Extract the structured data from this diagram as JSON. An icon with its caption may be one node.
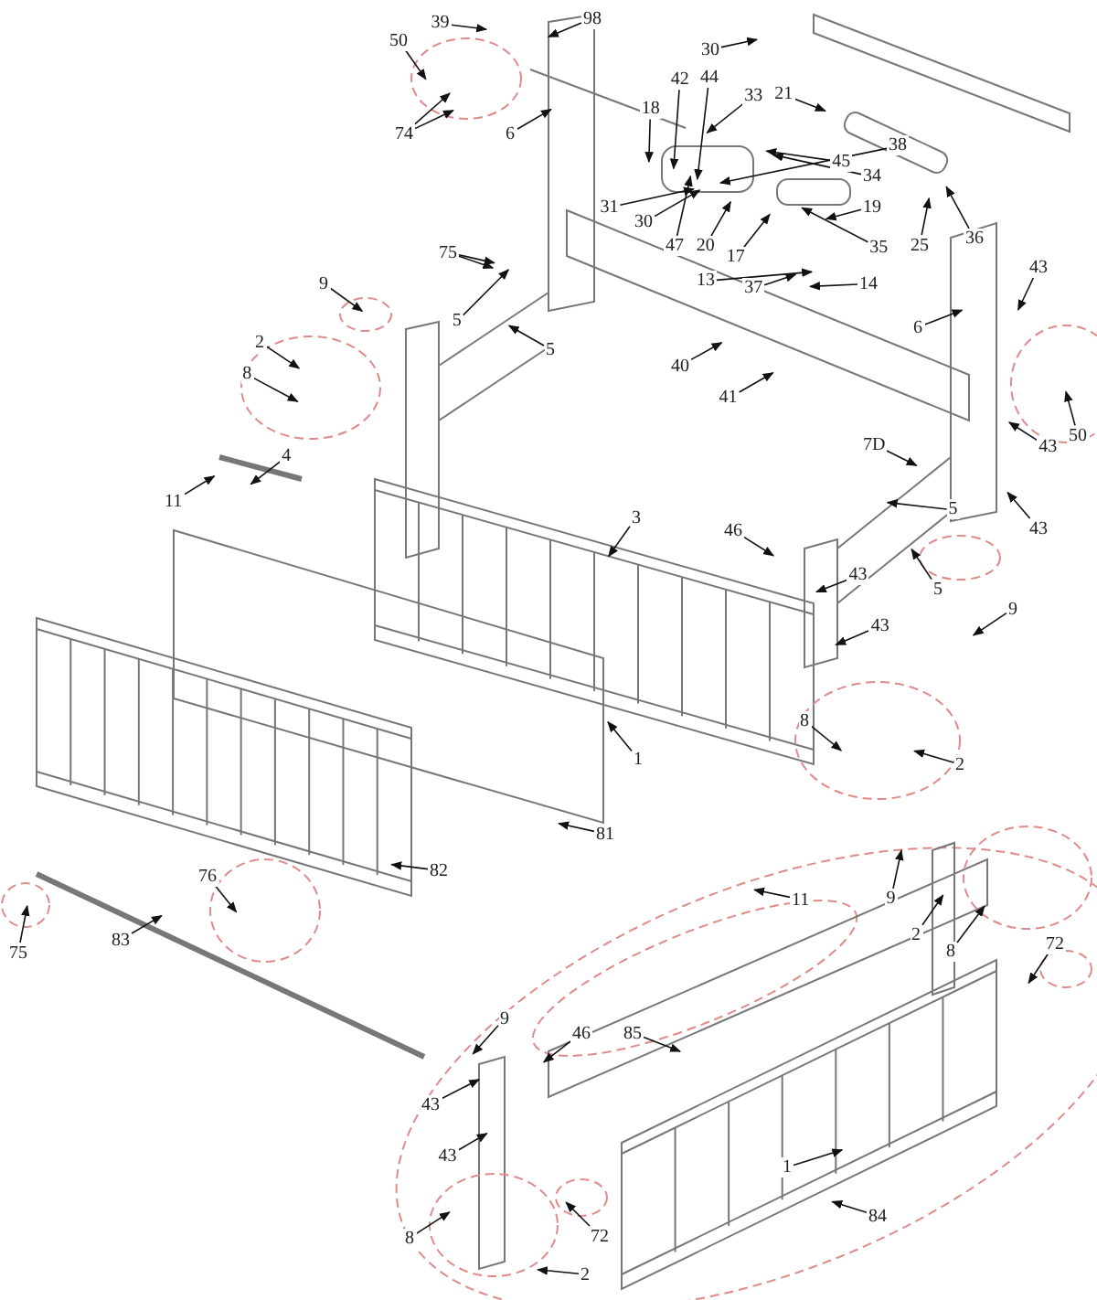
{
  "diagram": {
    "nodes": [
      {
        "text": [
          "39"
        ]
      },
      {
        "text": [
          "98"
        ]
      },
      {
        "text": [
          "50"
        ]
      },
      {
        "text": [
          "74"
        ]
      },
      {
        "text": [
          "6"
        ]
      },
      {
        "text": [
          "30"
        ]
      },
      {
        "text": [
          "21"
        ]
      },
      {
        "text": [
          "33"
        ]
      },
      {
        "text": [
          "18"
        ]
      },
      {
        "text": [
          "45"
        ]
      },
      {
        "text": [
          "42"
        ]
      },
      {
        "text": [
          "44"
        ]
      },
      {
        "text": [
          "34"
        ]
      },
      {
        "text": [
          "38"
        ]
      },
      {
        "text": [
          "20"
        ]
      },
      {
        "text": [
          "31"
        ]
      },
      {
        "text": [
          "30"
        ]
      },
      {
        "text": [
          "19"
        ]
      },
      {
        "text": [
          "47"
        ]
      },
      {
        "text": [
          "17"
        ]
      },
      {
        "text": [
          "35"
        ]
      },
      {
        "text": [
          "25"
        ]
      },
      {
        "text": [
          "36"
        ]
      },
      {
        "text": [
          "13"
        ]
      },
      {
        "text": [
          "37"
        ]
      },
      {
        "text": [
          "14"
        ]
      },
      {
        "text": [
          "75"
        ]
      },
      {
        "text": [
          "5"
        ]
      },
      {
        "text": [
          "9"
        ]
      },
      {
        "text": [
          "5"
        ]
      },
      {
        "text": [
          "2"
        ]
      },
      {
        "text": [
          "8"
        ]
      },
      {
        "text": [
          "4"
        ]
      },
      {
        "text": [
          "11"
        ]
      },
      {
        "text": [
          "43"
        ]
      },
      {
        "text": [
          "6"
        ]
      },
      {
        "text": [
          "40"
        ]
      },
      {
        "text": [
          "41"
        ]
      },
      {
        "text": [
          "50"
        ]
      },
      {
        "text": [
          "7D"
        ]
      },
      {
        "text": [
          "43"
        ]
      },
      {
        "text": [
          "43"
        ]
      },
      {
        "text": [
          "3"
        ]
      },
      {
        "text": [
          "46"
        ]
      },
      {
        "text": [
          "5"
        ]
      },
      {
        "text": [
          "43"
        ]
      },
      {
        "text": [
          "5"
        ]
      },
      {
        "text": [
          "9"
        ]
      },
      {
        "text": [
          "43"
        ]
      },
      {
        "text": [
          "8"
        ]
      },
      {
        "text": [
          "2"
        ]
      },
      {
        "text": [
          "1"
        ]
      },
      {
        "text": [
          "81"
        ]
      },
      {
        "text": [
          "82"
        ]
      },
      {
        "text": [
          "76"
        ]
      },
      {
        "text": [
          "75"
        ]
      },
      {
        "text": [
          "83"
        ]
      },
      {
        "text": [
          "11"
        ]
      },
      {
        "text": [
          "9"
        ]
      },
      {
        "text": [
          "9"
        ]
      },
      {
        "text": [
          "2"
        ]
      },
      {
        "text": [
          "8"
        ]
      },
      {
        "text": [
          "72"
        ]
      },
      {
        "text": [
          "46"
        ]
      },
      {
        "text": [
          "85"
        ]
      },
      {
        "text": [
          "43"
        ]
      },
      {
        "text": [
          "72"
        ]
      },
      {
        "text": [
          "1"
        ]
      },
      {
        "text": [
          "84"
        ]
      },
      {
        "text": [
          "43"
        ]
      },
      {
        "text": [
          "8"
        ]
      },
      {
        "text": [
          "2"
        ]
      }
    ],
    "edges": [
      {
        "from": 0,
        "to": null,
        "arrow": "to"
      },
      {
        "from": 1,
        "to": null,
        "arrow": "to"
      },
      {
        "from": 2,
        "to": null,
        "arrow": "to"
      },
      {
        "from": 3,
        "to": null,
        "arrow": "to"
      },
      {
        "from": 3,
        "to": null,
        "arrow": "to"
      },
      {
        "from": 4,
        "to": null,
        "arrow": "to"
      },
      {
        "from": 5,
        "to": null,
        "arrow": "to"
      },
      {
        "from": 6,
        "to": null,
        "arrow": "to"
      },
      {
        "from": 7,
        "to": null,
        "arrow": "to"
      },
      {
        "from": 8,
        "to": null,
        "arrow": "to"
      },
      {
        "from": 9,
        "to": null,
        "arrow": "to"
      },
      {
        "from": 10,
        "to": null,
        "arrow": "to"
      },
      {
        "from": 11,
        "to": null,
        "arrow": "to"
      },
      {
        "from": 12,
        "to": null,
        "arrow": "to"
      },
      {
        "from": 13,
        "to": null,
        "arrow": "to"
      },
      {
        "from": 14,
        "to": null,
        "arrow": "to"
      },
      {
        "from": 15,
        "to": null,
        "arrow": "to"
      },
      {
        "from": 16,
        "to": null,
        "arrow": "to"
      },
      {
        "from": 17,
        "to": null,
        "arrow": "to"
      },
      {
        "from": 18,
        "to": null,
        "arrow": "to"
      },
      {
        "from": 19,
        "to": null,
        "arrow": "to"
      },
      {
        "from": 20,
        "to": null,
        "arrow": "to"
      },
      {
        "from": 21,
        "to": null,
        "arrow": "to"
      },
      {
        "from": 22,
        "to": null,
        "arrow": "to"
      },
      {
        "from": 23,
        "to": null,
        "arrow": "to"
      },
      {
        "from": 24,
        "to": null,
        "arrow": "to"
      },
      {
        "from": 25,
        "to": null,
        "arrow": "to"
      },
      {
        "from": 26,
        "to": null,
        "arrow": "to"
      },
      {
        "from": 26,
        "to": null,
        "arrow": "to"
      },
      {
        "from": 27,
        "to": null,
        "arrow": "to"
      },
      {
        "from": 28,
        "to": null,
        "arrow": "to"
      },
      {
        "from": 29,
        "to": null,
        "arrow": "to"
      },
      {
        "from": 30,
        "to": null,
        "arrow": "to"
      },
      {
        "from": 31,
        "to": null,
        "arrow": "to"
      },
      {
        "from": 32,
        "to": null,
        "arrow": "to"
      },
      {
        "from": 33,
        "to": null,
        "arrow": "to"
      },
      {
        "from": 34,
        "to": null,
        "arrow": "to"
      },
      {
        "from": 35,
        "to": null,
        "arrow": "to"
      },
      {
        "from": 36,
        "to": null,
        "arrow": "to"
      },
      {
        "from": 37,
        "to": null,
        "arrow": "to"
      },
      {
        "from": 38,
        "to": null,
        "arrow": "to"
      },
      {
        "from": 39,
        "to": null,
        "arrow": "to"
      },
      {
        "from": 40,
        "to": null,
        "arrow": "to"
      },
      {
        "from": 41,
        "to": null,
        "arrow": "to"
      },
      {
        "from": 42,
        "to": null,
        "arrow": "to"
      },
      {
        "from": 43,
        "to": null,
        "arrow": "to"
      },
      {
        "from": 44,
        "to": null,
        "arrow": "to"
      },
      {
        "from": 45,
        "to": null,
        "arrow": "to"
      },
      {
        "from": 46,
        "to": null,
        "arrow": "to"
      },
      {
        "from": 47,
        "to": null,
        "arrow": "to"
      },
      {
        "from": 48,
        "to": null,
        "arrow": "to"
      },
      {
        "from": 49,
        "to": null,
        "arrow": "to"
      },
      {
        "from": 50,
        "to": null,
        "arrow": "to"
      },
      {
        "from": 51,
        "to": null,
        "arrow": "to"
      },
      {
        "from": 52,
        "to": null,
        "arrow": "to"
      },
      {
        "from": 53,
        "to": null,
        "arrow": "to"
      },
      {
        "from": 54,
        "to": null,
        "arrow": "to"
      },
      {
        "from": 55,
        "to": null,
        "arrow": "to"
      },
      {
        "from": 56,
        "to": null,
        "arrow": "to"
      },
      {
        "from": 57,
        "to": null,
        "arrow": "to"
      },
      {
        "from": 58,
        "to": null,
        "arrow": "to"
      },
      {
        "from": 59,
        "to": null,
        "arrow": "to"
      },
      {
        "from": 60,
        "to": null,
        "arrow": "to"
      },
      {
        "from": 61,
        "to": null,
        "arrow": "to"
      },
      {
        "from": 62,
        "to": null,
        "arrow": "to"
      },
      {
        "from": 63,
        "to": null,
        "arrow": "to"
      },
      {
        "from": 64,
        "to": null,
        "arrow": "to"
      },
      {
        "from": 65,
        "to": null,
        "arrow": "to"
      },
      {
        "from": 66,
        "to": null,
        "arrow": "to"
      },
      {
        "from": 67,
        "to": null,
        "arrow": "to"
      },
      {
        "from": 68,
        "to": null,
        "arrow": "to"
      },
      {
        "from": 69,
        "to": null,
        "arrow": "to"
      },
      {
        "from": 70,
        "to": null,
        "arrow": "to"
      },
      {
        "from": 71,
        "to": null,
        "arrow": "to"
      }
    ]
  }
}
